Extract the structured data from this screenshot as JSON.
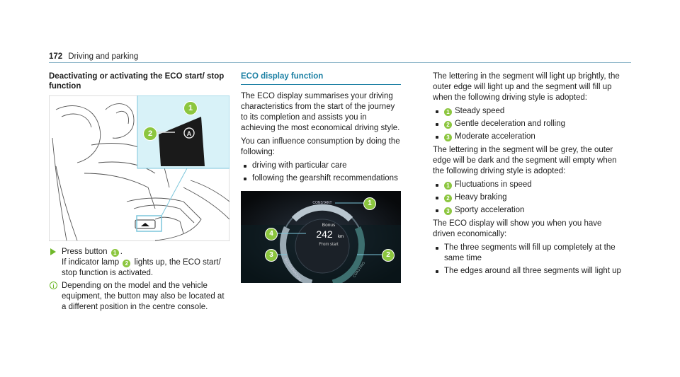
{
  "header": {
    "page_number": "172",
    "section": "Driving and parking"
  },
  "col1": {
    "heading": "Deactivating or activating the ECO start/ stop function",
    "step_text_before": "Press button",
    "step_text_after": ".",
    "step_line2_before": "If indicator lamp",
    "step_line2_after": "lights up, the ECO start/ stop function is activated.",
    "note": "Depending on the model and the vehicle equipment, the button may also be located at a different position in the centre console.",
    "callouts": [
      "1",
      "2"
    ]
  },
  "col2": {
    "heading": "ECO display function",
    "p1": "The ECO display summarises your driving character­istics from the start of the journey to its completion and assists you in achieving the most economical driving style.",
    "p2": "You can influence consumption by doing the fol­lowing:",
    "bullets": [
      "driving with particular care",
      "following the gearshift recommendations"
    ],
    "display": {
      "top_label": "CONSTANT",
      "left_label": "ACCELERATION",
      "right_label": "COASTING",
      "bonus_label": "Bonus",
      "value": "242",
      "unit": "km",
      "sub_label": "From start",
      "callouts": [
        "1",
        "2",
        "3",
        "4"
      ]
    }
  },
  "col3": {
    "p1": "The lettering in the segment will light up brightly, the outer edge will light up and the segment will fill up when the following driving style is adop­ted:",
    "list1": [
      {
        "n": "1",
        "text": "Steady speed"
      },
      {
        "n": "2",
        "text": "Gentle deceleration and rolling"
      },
      {
        "n": "3",
        "text": "Moderate acceleration"
      }
    ],
    "p2": "The lettering in the segment will be grey, the outer edge will be dark and the segment will empty when the following driving style is adop­ted:",
    "list2": [
      {
        "n": "1",
        "text": "Fluctuations in speed"
      },
      {
        "n": "2",
        "text": "Heavy braking"
      },
      {
        "n": "3",
        "text": "Sporty acceleration"
      }
    ],
    "p3": "The ECO display will show you when you have driven economically:",
    "bullets": [
      "The three segments will fill up completely at the same time",
      "The edges around all three segments will light up"
    ]
  },
  "colors": {
    "accent": "#1a7fa3",
    "callout": "#8cc63f",
    "highlight": "#d8f2f8"
  }
}
